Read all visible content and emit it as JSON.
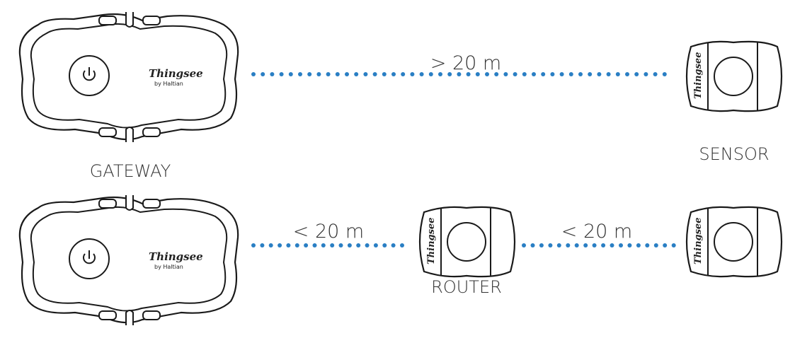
{
  "brand": {
    "name": "Thingsee",
    "sub": "by Haltian"
  },
  "labels": {
    "gateway": "GATEWAY",
    "sensor": "SENSOR",
    "router": "ROUTER"
  },
  "distances": {
    "direct": "> 20 m",
    "hop1": "< 20 m",
    "hop2": "< 20 m"
  },
  "icons": {
    "gateway_power": "power-icon",
    "sensor_lens": "lens-icon"
  },
  "colors": {
    "link_dots": "#2a7fc4",
    "outline": "#1a1a1a"
  }
}
